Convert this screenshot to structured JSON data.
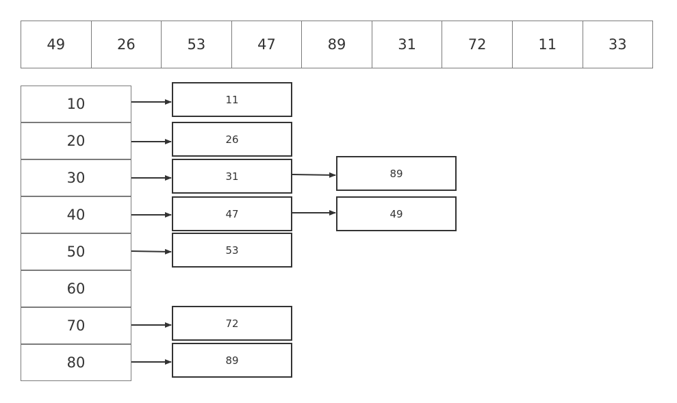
{
  "array": [
    "49",
    "26",
    "53",
    "47",
    "89",
    "31",
    "72",
    "11",
    "33"
  ],
  "buckets": [
    "10",
    "20",
    "30",
    "40",
    "50",
    "60",
    "70",
    "80"
  ],
  "chains": [
    [
      "11"
    ],
    [
      "26"
    ],
    [
      "31",
      "89"
    ],
    [
      "47",
      "49"
    ],
    [
      "53"
    ],
    [],
    [
      "72"
    ],
    [
      "89"
    ]
  ],
  "colors": {
    "cell_border": "#7a7a7a",
    "node_border": "#333333",
    "arrow": "#333333",
    "text": "#333333"
  }
}
